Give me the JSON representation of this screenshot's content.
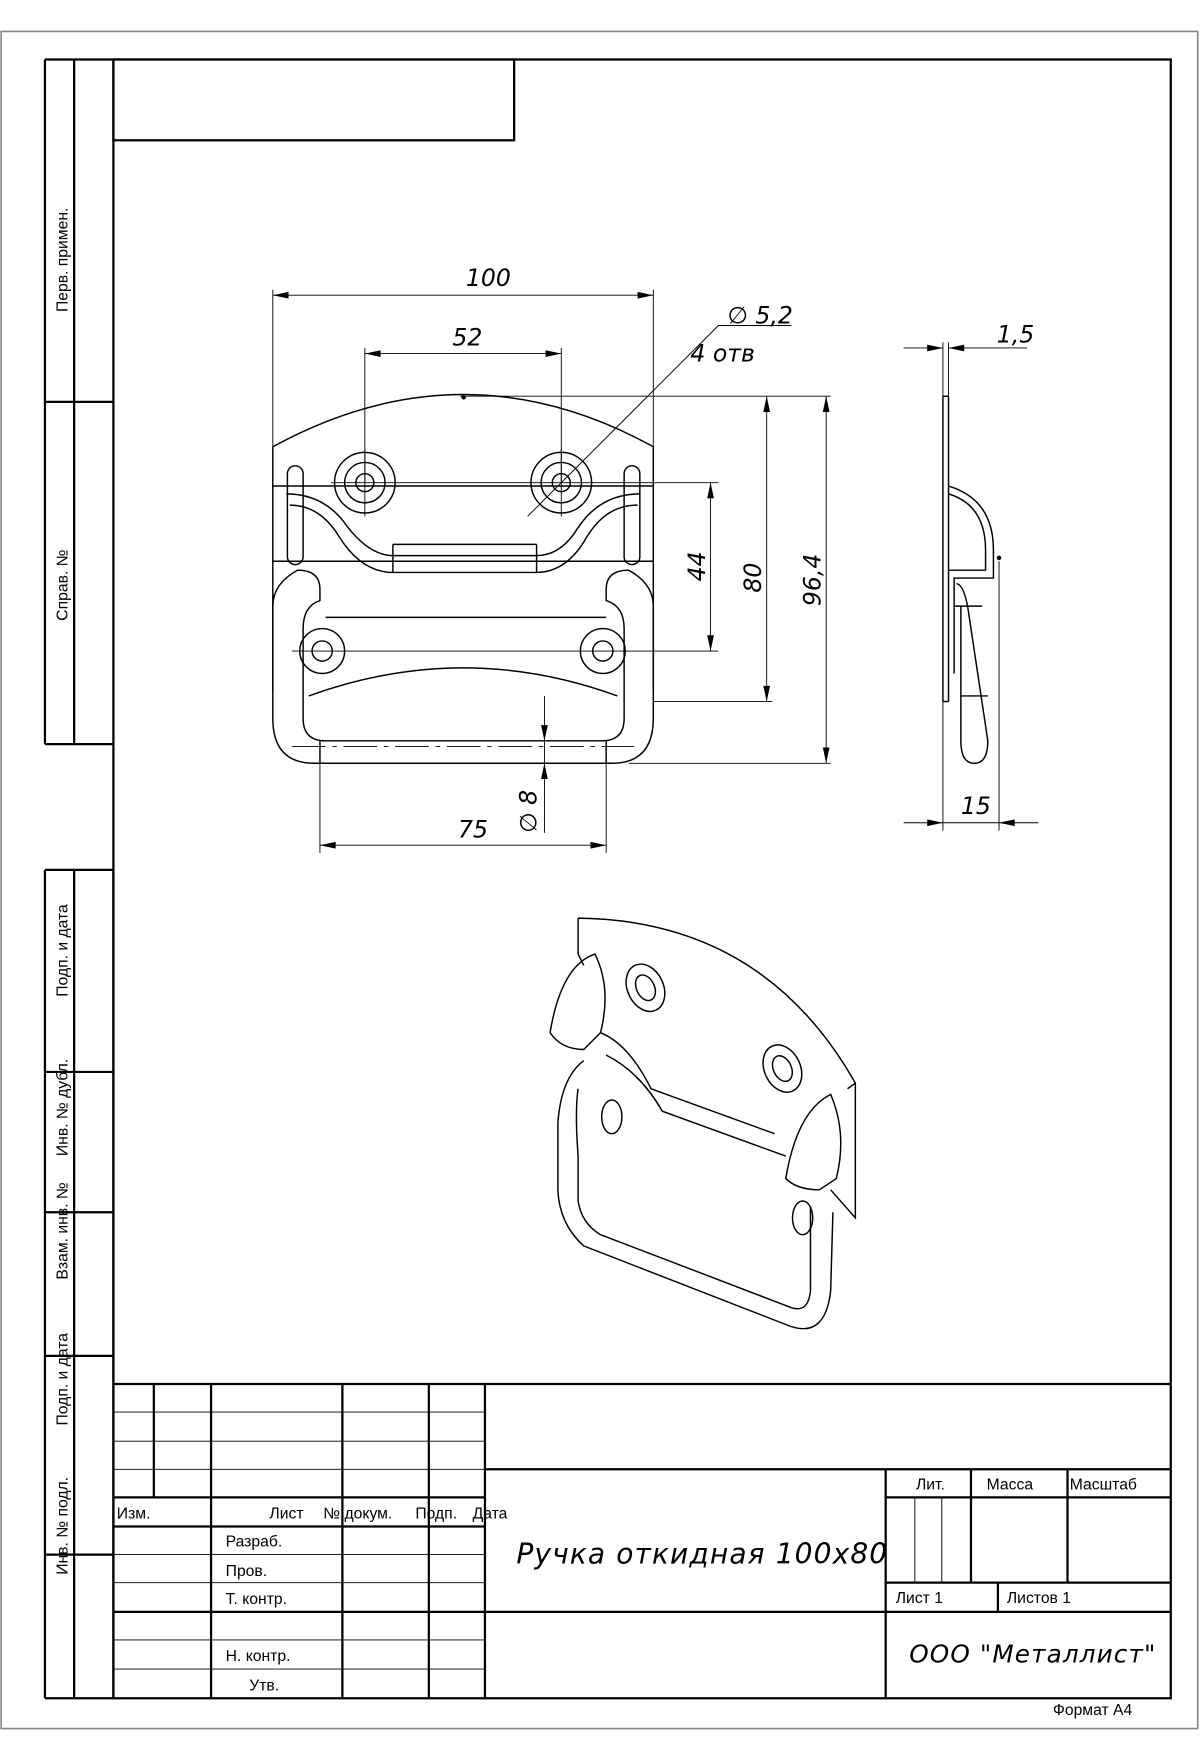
{
  "side_strip": {
    "perv_primen": "Перв. примен.",
    "sprav_no": "Справ. №",
    "podp_data_1": "Подп. и дата",
    "inv_dubl": "Инв. № дубл.",
    "vzam_inv": "Взам. инв. №",
    "podp_data_2": "Подп. и дата",
    "inv_podl": "Инв. № подл."
  },
  "dimensions": {
    "width_total": "100",
    "hole_spacing_top": "52",
    "hole_diameter": "∅ 5,2",
    "hole_count": "4 отв",
    "thickness": "1,5",
    "hole_spacing_vertical": "44",
    "height_80": "80",
    "height_total": "96,4",
    "depth": "15",
    "rod_diameter": "∅ 8",
    "handle_width": "75"
  },
  "title_block": {
    "headers": {
      "izm": "Изм.",
      "list": "Лист",
      "n_dokum": "№ докум.",
      "podp": "Подп.",
      "data": "Дата"
    },
    "roles": {
      "razrab": "Разраб.",
      "prov": "Пров.",
      "t_kontr": "Т. контр.",
      "n_kontr": "Н. контр.",
      "utv": "Утв."
    },
    "title": "Ручка откидная 100х80",
    "lit": "Лит.",
    "massa": "Масса",
    "masshtab": "Масштаб",
    "sheet": "Лист 1",
    "sheets": "Листов 1",
    "company": "ООО \"Металлист\"",
    "format": "Формат А4"
  }
}
